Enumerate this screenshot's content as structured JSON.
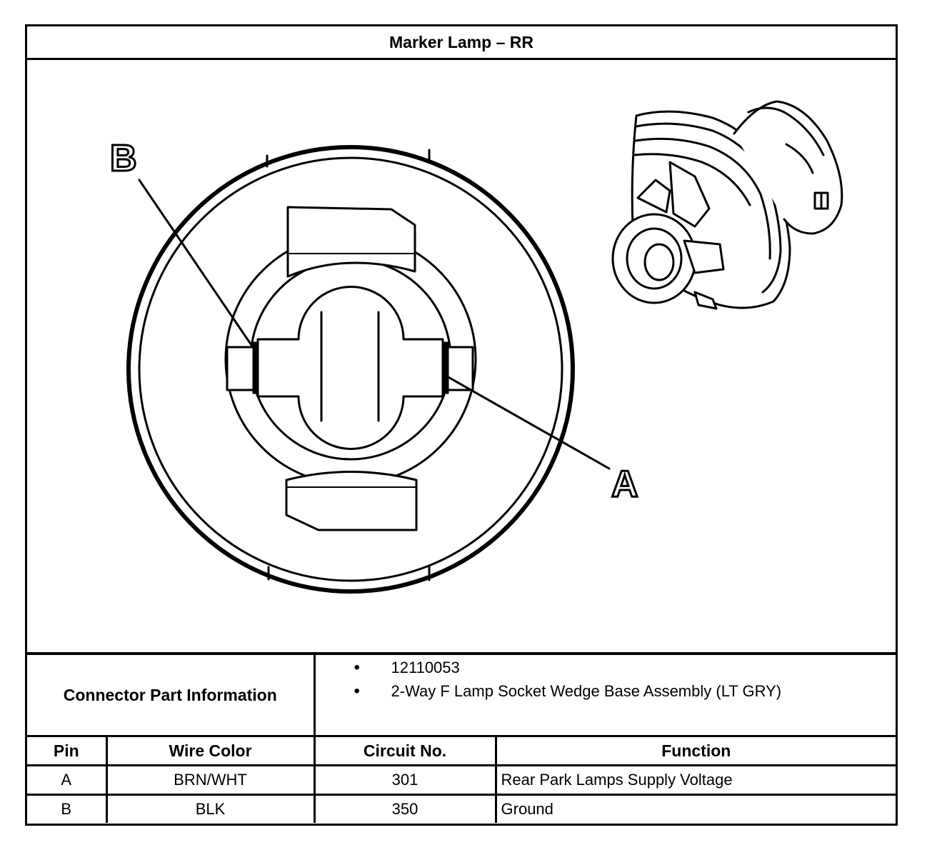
{
  "title": "Marker Lamp – RR",
  "diagram": {
    "callouts": [
      {
        "label": "B",
        "target": "terminal-b"
      },
      {
        "label": "A",
        "target": "terminal-a"
      }
    ]
  },
  "connector_info": {
    "label": "Connector Part Information",
    "items": [
      "12110053",
      "2-Way F Lamp Socket Wedge Base Assembly (LT GRY)"
    ]
  },
  "pin_table": {
    "headers": [
      "Pin",
      "Wire Color",
      "Circuit No.",
      "Function"
    ],
    "rows": [
      [
        "A",
        "BRN/WHT",
        "301",
        "Rear Park Lamps Supply Voltage"
      ],
      [
        "B",
        "BLK",
        "350",
        "Ground"
      ]
    ]
  }
}
